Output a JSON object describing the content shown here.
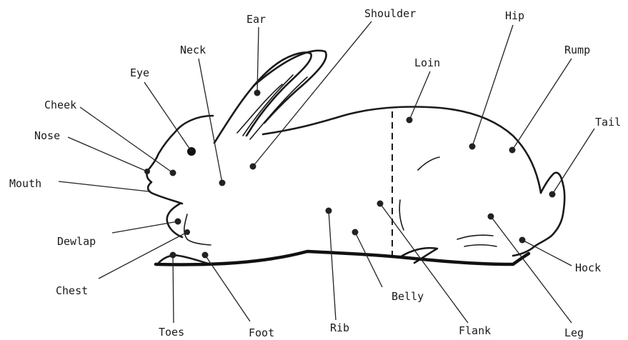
{
  "labels": {
    "ear": "Ear",
    "shoulder": "Shoulder",
    "hip": "Hip",
    "neck": "Neck",
    "loin": "Loin",
    "rump": "Rump",
    "eye": "Eye",
    "cheek": "Cheek",
    "tail": "Tail",
    "nose": "Nose",
    "mouth": "Mouth",
    "dewlap": "Dewlap",
    "chest": "Chest",
    "belly": "Belly",
    "hock": "Hock",
    "toes": "Toes",
    "foot": "Foot",
    "rib": "Rib",
    "flank": "Flank",
    "leg": "Leg"
  }
}
